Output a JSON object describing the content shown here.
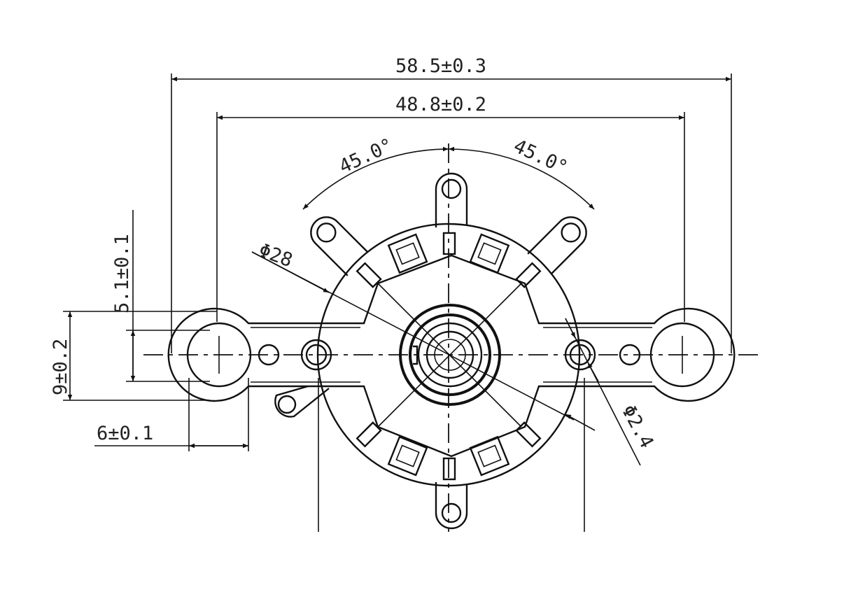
{
  "drawing": {
    "dimensions": {
      "overall_length": "58.5±0.3",
      "hole_spacing": "48.8±0.2",
      "angle_left": "45.0°",
      "angle_right": "45.0°",
      "body_diameter": "Φ28",
      "small_hole_diameter": "Φ2.4",
      "bar_height": "9±0.2",
      "hole_height": "5.1±0.1",
      "hole_width": "6±0.1"
    }
  }
}
